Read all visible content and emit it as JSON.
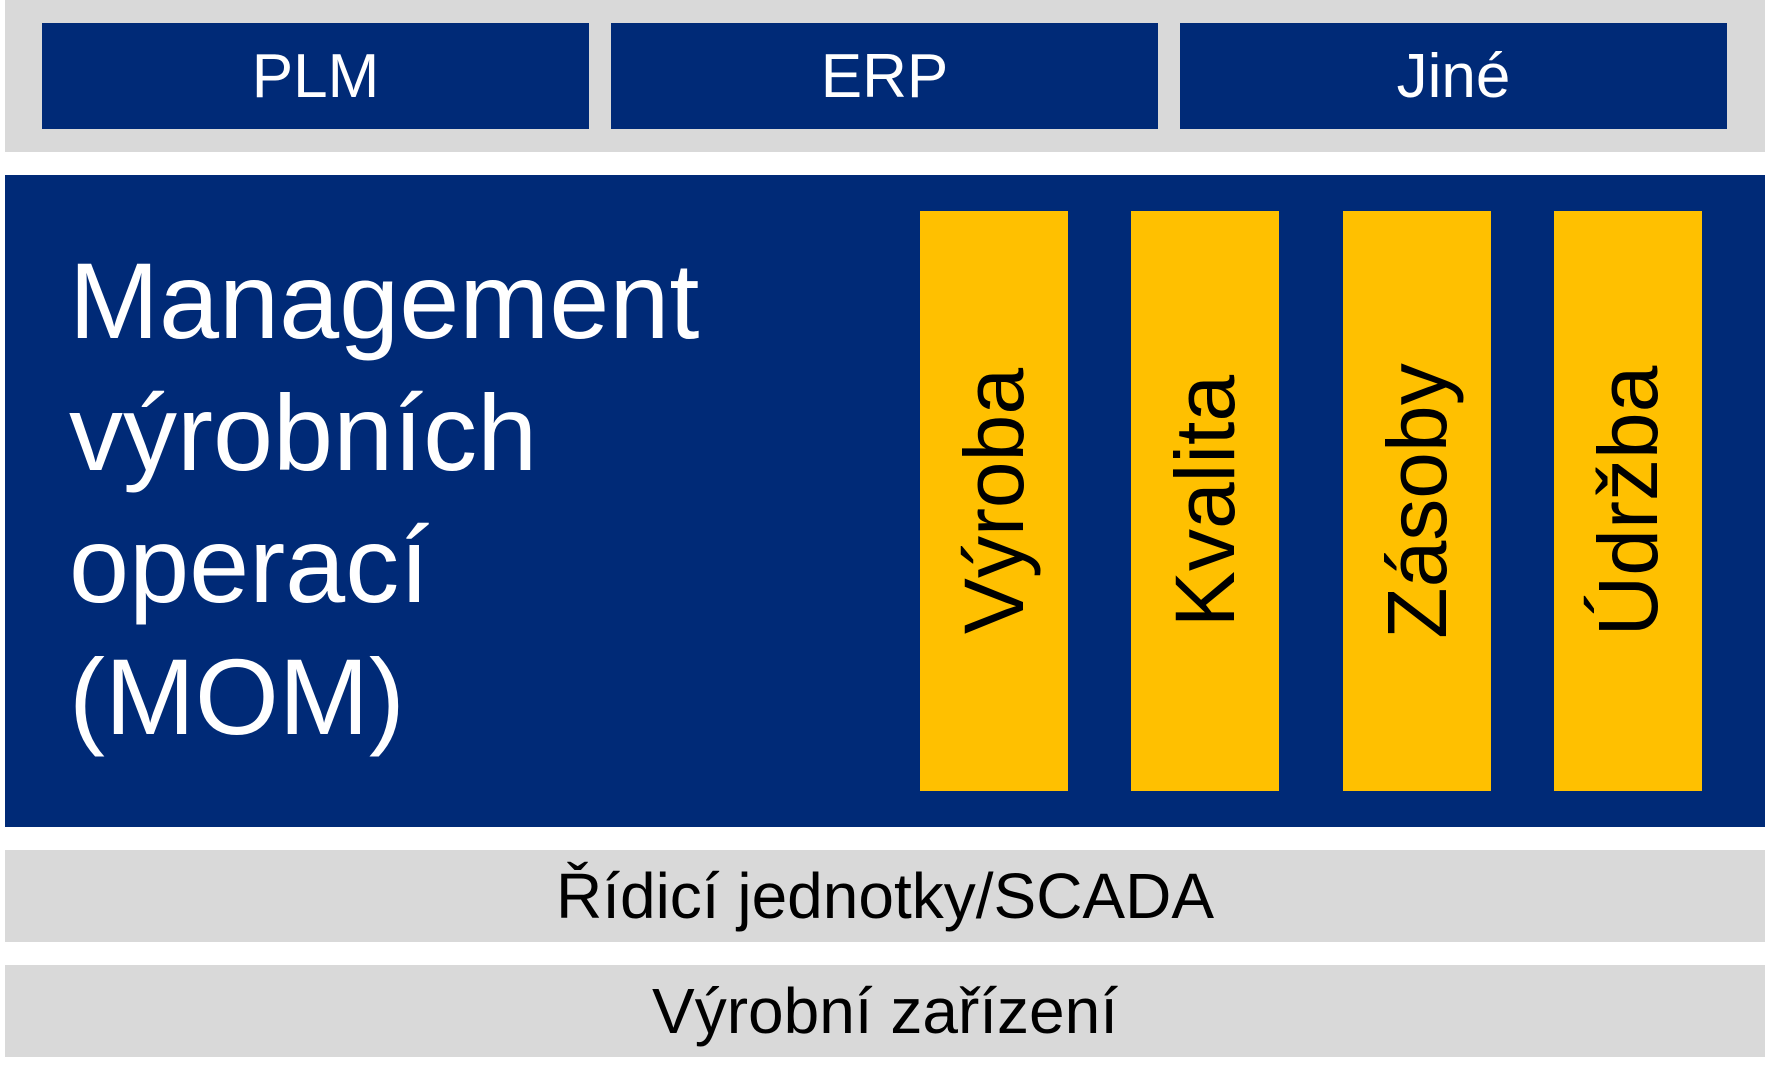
{
  "colors": {
    "navy": "#002a77",
    "gold": "#ffc000",
    "gray": "#d9d9d9",
    "white": "#ffffff",
    "black": "#000000"
  },
  "top_systems": {
    "plm": "PLM",
    "erp": "ERP",
    "other": "Jiné"
  },
  "mom": {
    "title_lines": [
      "Management",
      "výrobních",
      "operací",
      "(MOM)"
    ],
    "functions": [
      "Výroba",
      "Kvalita",
      "Zásoby",
      "Údržba"
    ]
  },
  "lower_layers": {
    "control": "Řídicí jednotky/SCADA",
    "equipment": "Výrobní zařízení"
  }
}
